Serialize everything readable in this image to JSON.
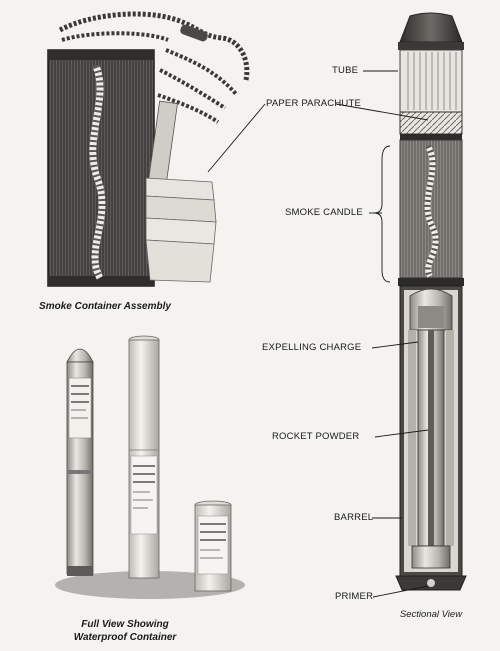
{
  "captions": {
    "smoke_container": "Smoke Container Assembly",
    "full_view_line1": "Full View Showing",
    "full_view_line2": "Waterproof Container",
    "sectional_view": "Sectional View"
  },
  "labels": {
    "tube": "TUBE",
    "paper_parachute": "PAPER PARACHUTE",
    "smoke_candle": "SMOKE CANDLE",
    "expelling_charge": "EXPELLING CHARGE",
    "rocket_powder": "ROCKET POWDER",
    "barrel": "BARREL",
    "primer": "PRIMER"
  },
  "colors": {
    "ink": "#1a1a1a",
    "paper": "#f4f3ef",
    "metal_light": "#d8d6cf",
    "metal_dark": "#6b6a66"
  }
}
